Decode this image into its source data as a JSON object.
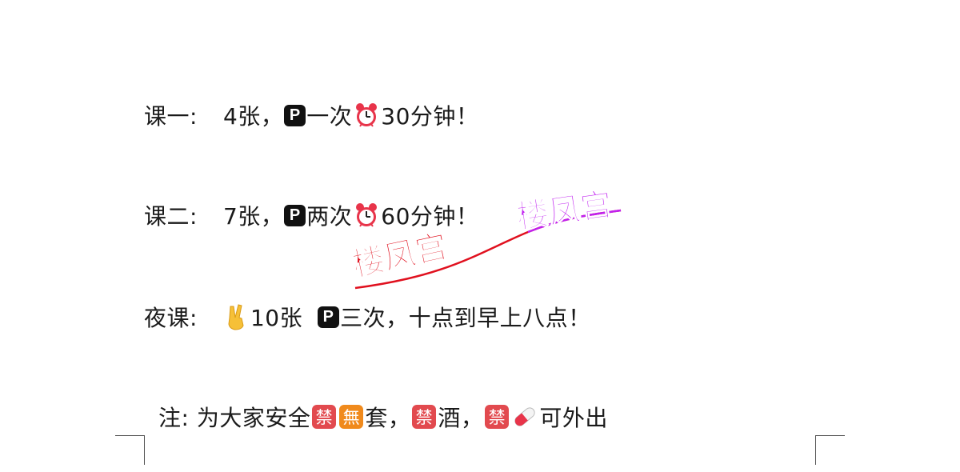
{
  "lines": {
    "l1": {
      "label": "课一:",
      "a": "4张，",
      "b": "一次",
      "c": "30分钟！"
    },
    "l2": {
      "label": "课二:",
      "a": "7张，",
      "b": "两次",
      "c": "60分钟！"
    },
    "l3": {
      "label": "夜课:",
      "a": "10张",
      "b": "三次，十点到早上八点！"
    },
    "note": {
      "a": "注:  为大家安全",
      "b": "套，",
      "c": "酒，",
      "d": "可外出"
    }
  },
  "badges": {
    "p": "P",
    "ban": "禁",
    "wu": "無"
  },
  "watermark": {
    "text1": "楼凤宫",
    "text2": "楼凤宫",
    "color1": "#e0101e",
    "color2": "#c020f0"
  },
  "icons": [
    "p-badge-icon",
    "alarm-clock-icon",
    "victory-hand-icon",
    "prohibited-badge-icon",
    "none-badge-icon",
    "pill-icon"
  ]
}
